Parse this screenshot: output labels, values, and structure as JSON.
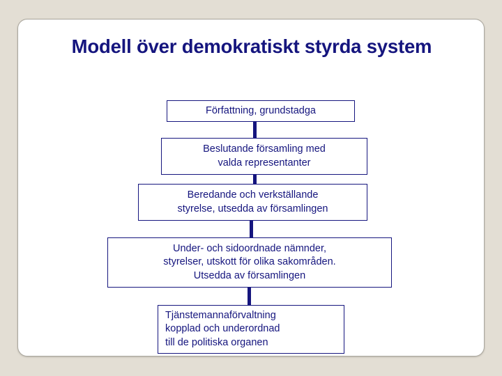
{
  "slide": {
    "title": "Modell över demokratiskt styrda system",
    "background_color": "#e3ded4",
    "card_color": "#ffffff",
    "accent_color": "#15157e"
  },
  "diagram": {
    "type": "flowchart",
    "orientation": "vertical-top-down",
    "nodes": [
      {
        "id": "forfattning",
        "text": "Författning, grundstadga",
        "align": "center",
        "lines": [
          "Författning, grundstadga"
        ]
      },
      {
        "id": "beslutande-forsamling",
        "text": "Beslutande församling med\nvalda representanter",
        "align": "center",
        "lines": [
          "Beslutande församling med",
          "valda representanter"
        ]
      },
      {
        "id": "beredande-styrelse",
        "text": "Beredande och verkställande\nstyrelse, utsedda av församlingen",
        "align": "center",
        "lines": [
          "Beredande och verkställande",
          "styrelse, utsedda av församlingen"
        ]
      },
      {
        "id": "namnder-utskott",
        "text": "Under- och sidoordnade nämnder,\nstyrelser, utskott för olika sakområden.\nUtsedda av församlingen",
        "align": "center",
        "lines": [
          "Under- och sidoordnade nämnder,",
          "styrelser, utskott för olika sakområden.",
          "Utsedda av församlingen"
        ]
      },
      {
        "id": "tjanstemannaforvaltning",
        "text": "Tjänstemannaförvaltning\nkopplad och underordnad\ntill de politiska organen",
        "align": "left",
        "lines": [
          "Tjänstemannaförvaltning",
          "kopplad och underordnad",
          "till de politiska organen"
        ]
      }
    ],
    "edges": [
      {
        "from": "forfattning",
        "to": "beslutande-forsamling"
      },
      {
        "from": "beslutande-forsamling",
        "to": "beredande-styrelse"
      },
      {
        "from": "beredande-styrelse",
        "to": "namnder-utskott"
      },
      {
        "from": "namnder-utskott",
        "to": "tjanstemannaforvaltning"
      }
    ]
  }
}
